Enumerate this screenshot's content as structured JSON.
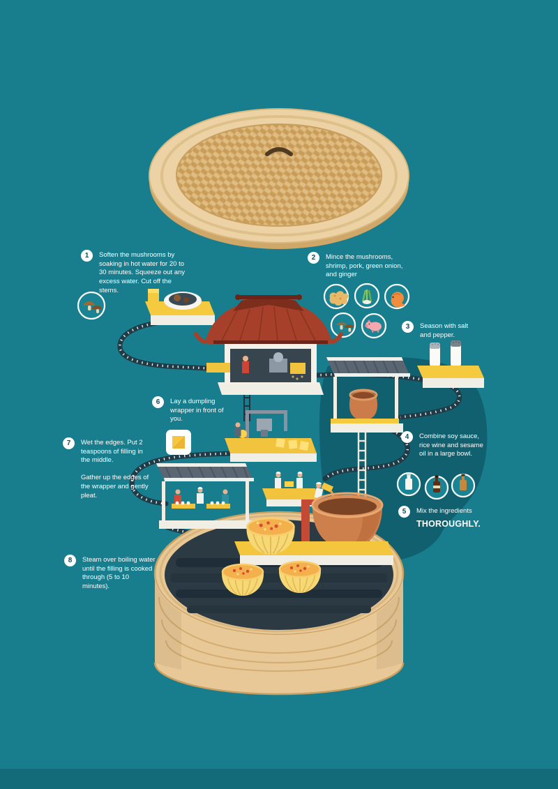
{
  "colors": {
    "background": "#187e8e",
    "shadow": "#10606f",
    "wood_light": "#ecd2a4",
    "wood_mid": "#d9b67e",
    "weave": "#d4ab6c",
    "accent_yellow": "#f4c63d",
    "roof_red": "#a6402a",
    "track_dark": "#203a46",
    "shed_gray": "#5a6672",
    "terracotta": "#cb7c4a",
    "slab_white": "#f1eee6",
    "step_number_color": "#0f4d5c",
    "dumpling_wrapper": "#f7d877",
    "dumpling_filling": "#f3b04c"
  },
  "steps": [
    {
      "num": "1",
      "text": "Soften the mushrooms by soaking in hot water for 20 to 30 minutes. Squeeze out any excess water. Cut off the stems."
    },
    {
      "num": "2",
      "text": "Mince the mushrooms, shrimp, pork, green onion, and ginger"
    },
    {
      "num": "3",
      "text": "Season with salt and pepper."
    },
    {
      "num": "4",
      "text": "Combine soy sauce, rice wine and sesame oil in a large bowl."
    },
    {
      "num": "5",
      "text": "Mix the ingredients",
      "emphasis": "THOROUGHLY."
    },
    {
      "num": "6",
      "text": "Lay a dumpling wrapper in front of you."
    },
    {
      "num": "7",
      "text": "Wet the edges. Put 2 teaspoons of filling in the middle.",
      "text2": "Gather up the edges of the wrapper and gently pleat."
    },
    {
      "num": "8",
      "text": "Steam over boiling water until the filling is cooked through (5 to 10 minutes)."
    }
  ],
  "icons": {
    "lid": "bamboo-steamer-lid",
    "basket": "bamboo-steamer-basket",
    "step1": [
      "mushroom-soak-bowl-icon",
      "mushrooms-icon"
    ],
    "step2": [
      "ginger-icon",
      "green-onion-icon",
      "shrimp-icon",
      "mushroom-icon",
      "pork-icon"
    ],
    "step3": [
      "salt-shaker-icon",
      "pepper-shaker-icon"
    ],
    "step4": [
      "soy-sauce-bottle-icon",
      "rice-wine-bottle-icon",
      "sesame-oil-bottle-icon"
    ],
    "step6": [
      "dumpling-wrapper-icon"
    ],
    "step8": [
      "siu-mai-dumpling-icon"
    ]
  }
}
